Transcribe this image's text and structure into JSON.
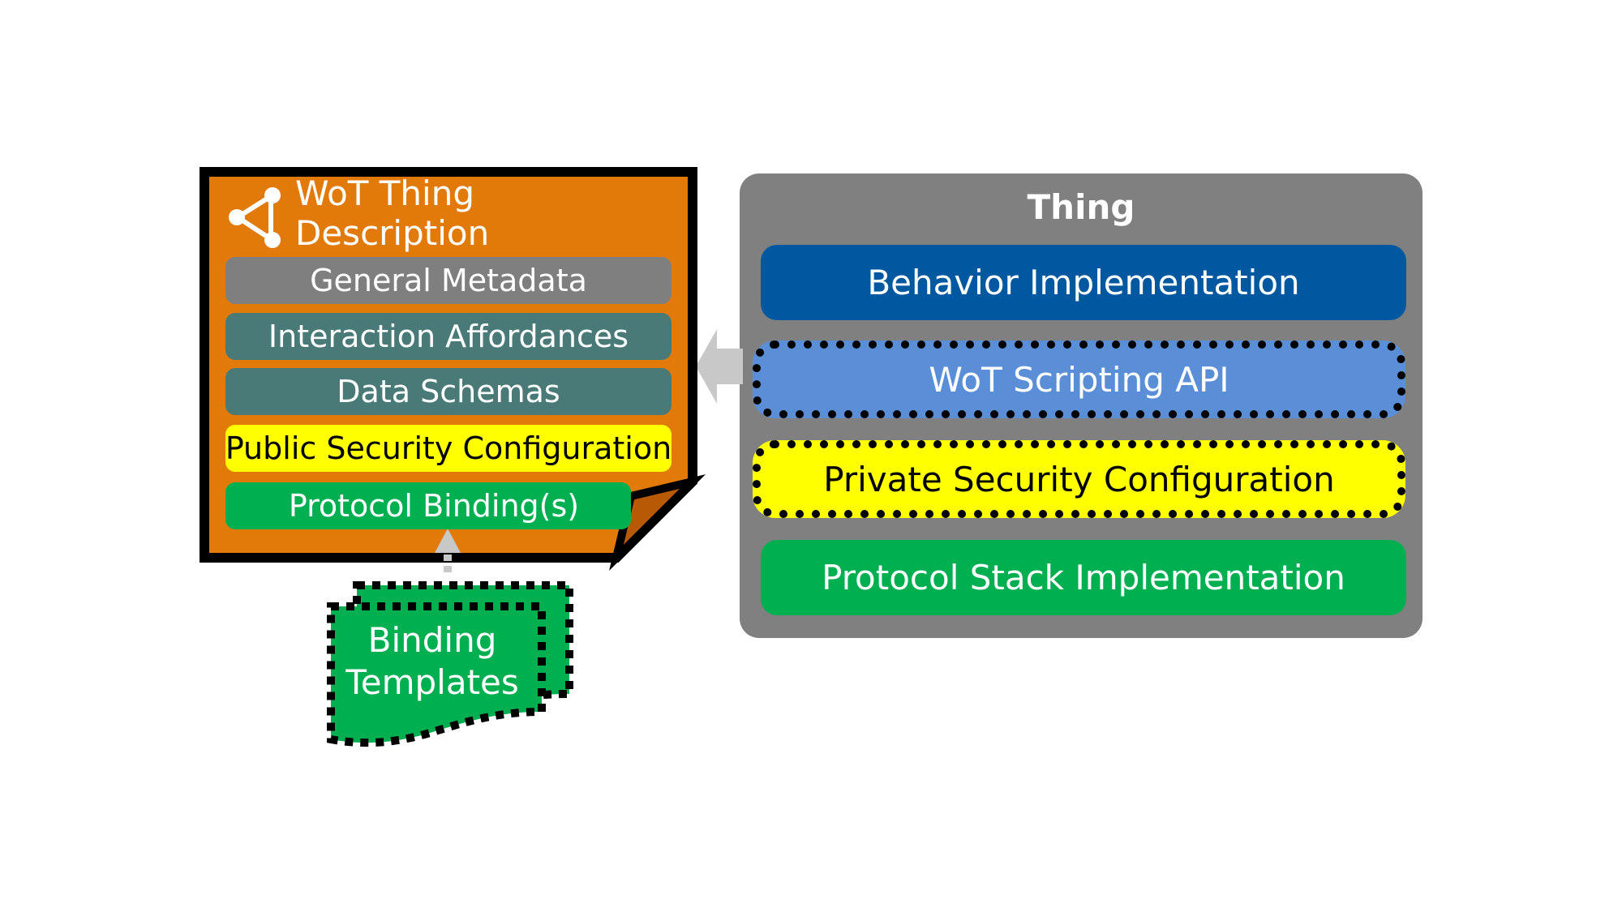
{
  "td": {
    "title": "WoT Thing Description",
    "icon": "share-icon",
    "items": [
      {
        "label": "General Metadata",
        "color": "#7f7f7f",
        "text_color": "#ffffff"
      },
      {
        "label": "Interaction Affordances",
        "color": "#4a7a78",
        "text_color": "#ffffff"
      },
      {
        "label": "Data Schemas",
        "color": "#4a7a78",
        "text_color": "#ffffff"
      },
      {
        "label": "Public Security Configuration",
        "color": "#ffff00",
        "text_color": "#000000"
      },
      {
        "label": "Protocol Binding(s)",
        "color": "#00b050",
        "text_color": "#ffffff"
      }
    ],
    "color": "#e27a0a"
  },
  "thing": {
    "title": "Thing",
    "color": "#808080",
    "layers": [
      {
        "label": "Behavior Implementation",
        "color": "#0058a0",
        "text_color": "#ffffff",
        "dashed": false
      },
      {
        "label": "WoT Scripting API",
        "color": "#5a8fd8",
        "text_color": "#ffffff",
        "dashed": true
      },
      {
        "label": "Private Security Configuration",
        "color": "#ffff00",
        "text_color": "#000000",
        "dashed": true
      },
      {
        "label": "Protocol Stack Implementation",
        "color": "#00b050",
        "text_color": "#ffffff",
        "dashed": false
      }
    ]
  },
  "binding_templates": {
    "line1": "Binding",
    "line2": "Templates",
    "color": "#00b050"
  },
  "arrow_color": "#c8c8c8"
}
